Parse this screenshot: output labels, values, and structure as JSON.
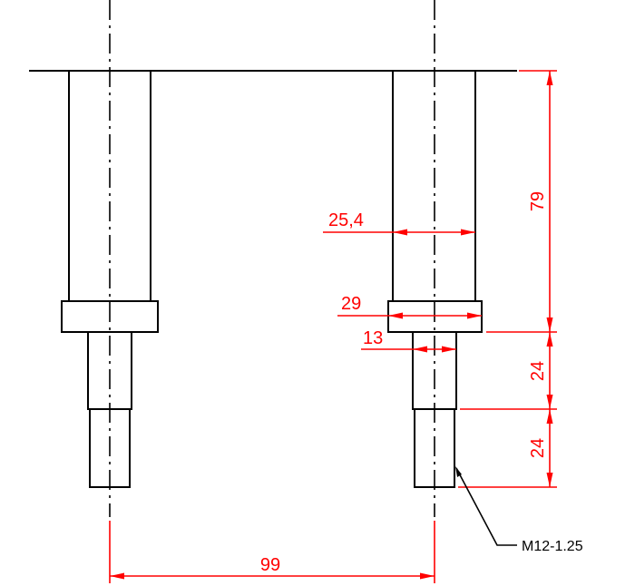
{
  "colors": {
    "geometry": "#000000",
    "dimension": "#ff0000",
    "background": "#ffffff"
  },
  "dimensions": {
    "top_height": "79",
    "upper_stud_height": "24",
    "lower_stud_height": "24",
    "post_diameter": "25,4",
    "collar_diameter": "29",
    "stud_diameter": "13",
    "center_distance": "99"
  },
  "callouts": {
    "thread": "M12-1.25"
  }
}
